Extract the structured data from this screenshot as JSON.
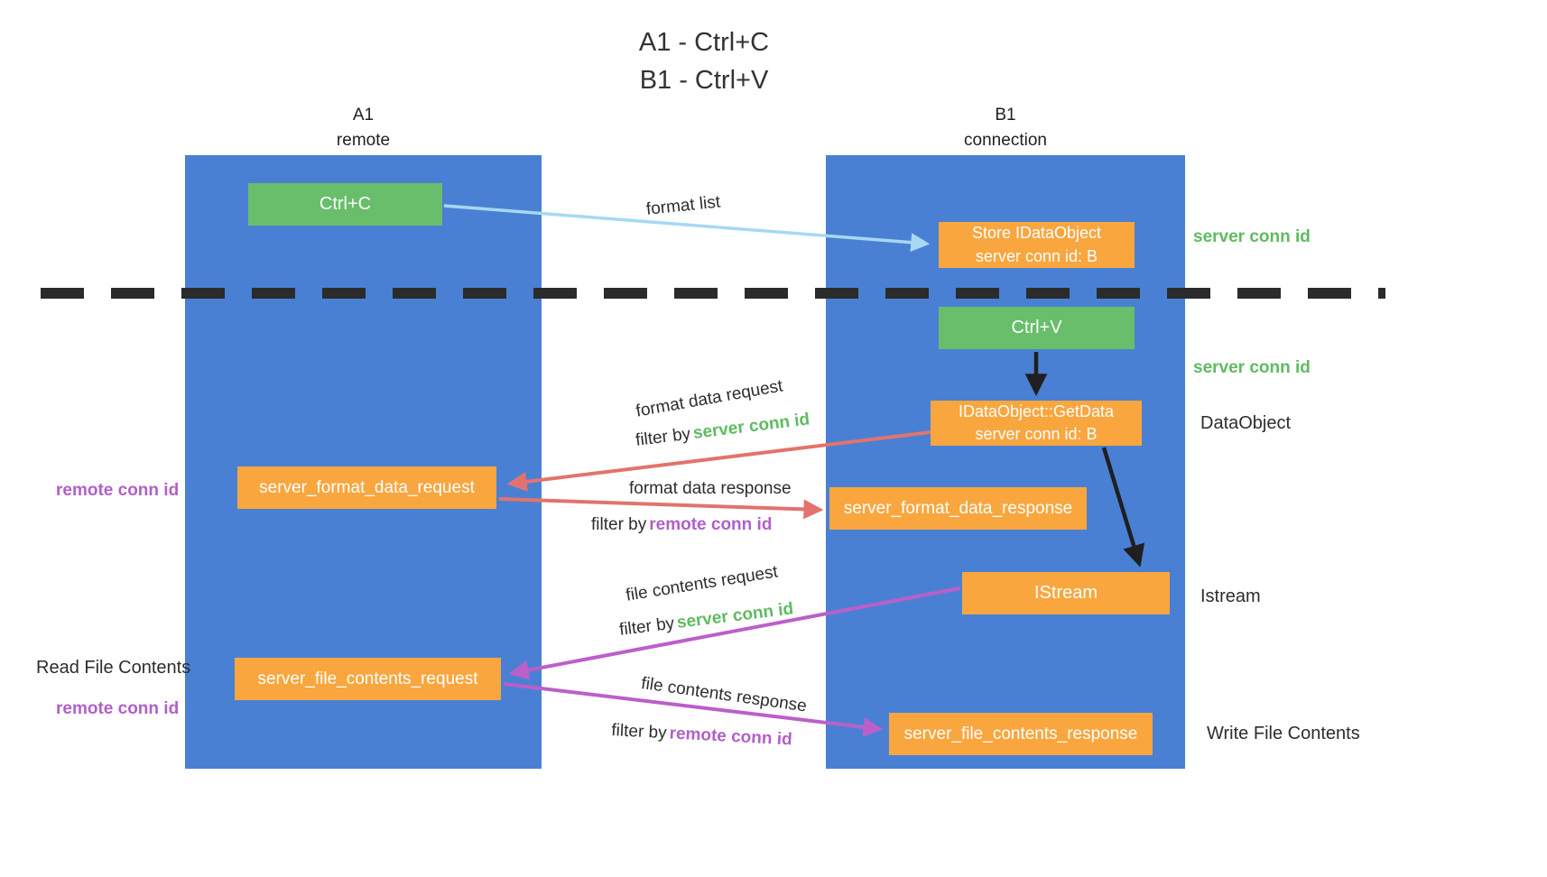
{
  "colors": {
    "column_blue": "#4a80d4",
    "green_box": "#68be6a",
    "orange_box": "#f9a63f",
    "green_label": "#5fbb60",
    "purple_label": "#b25fc9",
    "red_arrow": "#e2736c",
    "purple_arrow": "#bb5fc9",
    "light_blue_arrow": "#a8d8f2",
    "black_arrow": "#1f1f1f",
    "divider": "#2b2b2b"
  },
  "title": {
    "line1": "A1 - Ctrl+C",
    "line2": "B1 - Ctrl+V"
  },
  "columns": {
    "a1": {
      "name": "A1",
      "subtitle": "remote"
    },
    "b1": {
      "name": "B1",
      "subtitle": "connection"
    }
  },
  "nodes": {
    "ctrl_c": "Ctrl+C",
    "store_idataobject": {
      "line1": "Store IDataObject",
      "line2": "server conn id: B"
    },
    "ctrl_v": "Ctrl+V",
    "getdata": {
      "line1": "IDataObject::GetData",
      "line2": "server conn id: B"
    },
    "server_format_data_request": "server_format_data_request",
    "server_format_data_response": "server_format_data_response",
    "istream": "IStream",
    "server_file_contents_request": "server_file_contents_request",
    "server_file_contents_response": "server_file_contents_response"
  },
  "side_labels": {
    "server_conn_id_top": "server conn id",
    "server_conn_id_mid": "server conn id",
    "dataobject": "DataObject",
    "istream": "Istream",
    "write_file_contents": "Write File Contents",
    "remote_conn_id_top": "remote conn id",
    "read_file_contents": "Read File Contents",
    "remote_conn_id_bottom": "remote conn id"
  },
  "arrow_labels": {
    "format_list": "format list",
    "format_data_request": "format data request",
    "format_data_response": "format data response",
    "file_contents_request": "file contents request",
    "file_contents_response": "file contents response",
    "filter_server_1": {
      "prefix": "filter by",
      "target": "server conn id"
    },
    "filter_remote_1": {
      "prefix": "filter by",
      "target": "remote conn id"
    },
    "filter_server_2": {
      "prefix": "filter by",
      "target": "server conn id"
    },
    "filter_remote_2": {
      "prefix": "filter by",
      "target": "remote conn id"
    }
  }
}
